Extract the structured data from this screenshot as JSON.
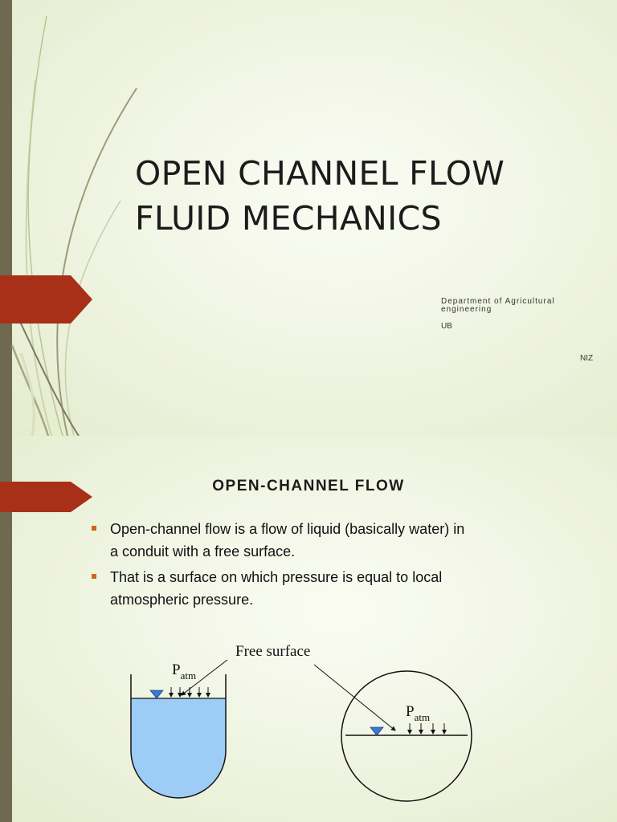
{
  "slide1": {
    "title_line1": "OPEN CHANNEL FLOW",
    "title_line2": "FLUID MECHANICS",
    "department_line1": "Department of Agricultural",
    "department_line2": "engineering",
    "institution": "UB",
    "author": "NIZ"
  },
  "slide2": {
    "title": "OPEN-CHANNEL FLOW",
    "bullets": [
      "Open-channel flow is a flow of liquid (basically water) in a conduit with a free surface.",
      "That is a surface on which pressure is equal to  local atmospheric pressure."
    ],
    "diagram": {
      "free_surface_label": "Free surface",
      "patm_main_1": "P",
      "patm_sub_1": "atm",
      "patm_main_2": "P",
      "patm_sub_2": "atm"
    }
  },
  "colors": {
    "accent_arrow": "#a83018",
    "left_bar": "#6f6a4f",
    "bullet": "#d1660f",
    "water": "#9dcdf7",
    "water_triangle": "#3a78d8"
  },
  "icons": {
    "slide_marker": "arrow-pentagon-icon",
    "water_level": "inverted-triangle-icon"
  }
}
